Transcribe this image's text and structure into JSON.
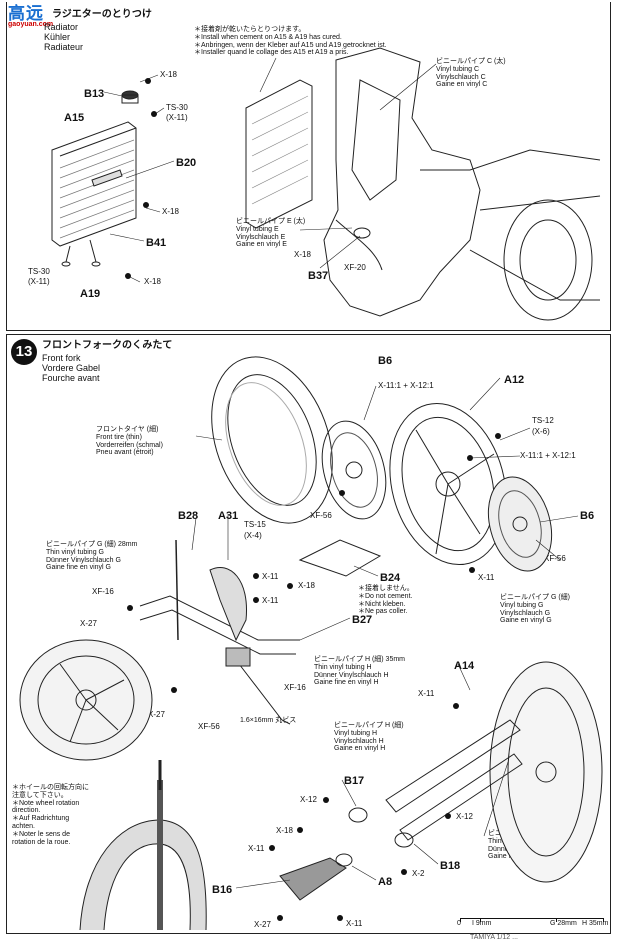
{
  "logo": {
    "main": "高远",
    "url": "gaoyuan.com"
  },
  "step12": {
    "title_jp": "ラジエターのとりつけ",
    "title_lines": [
      "Radiator",
      "Kühler",
      "Radiateur"
    ],
    "note_top": [
      "＊接着剤が乾いたらとりつけます。",
      "＊Install when cement on A15 & A19 has cured.",
      "＊Anbringen, wenn der Kleber auf A15 und A19 getrocknet ist.",
      "＊Installer quand le collage des A15 et A19 a pris."
    ],
    "tube_c": [
      "ビニールパイプ C (太)",
      "Vinyl tubing C",
      "Vinylschlauch C",
      "Gaine en vinyl C"
    ],
    "tube_e": [
      "ビニールパイプ E (太)",
      "Vinyl tubing E",
      "Vinylschlauch E",
      "Gaine en vinyl E"
    ],
    "labels": {
      "x18a": "X-18",
      "b13": "B13",
      "ts30a": "TS-30",
      "x11a": "(X-11)",
      "a15": "A15",
      "b20": "B20",
      "x18b": "X-18",
      "b41": "B41",
      "ts30b": "TS-30",
      "x11b": "(X-11)",
      "x18c": "X-18",
      "a19": "A19",
      "x18d": "X-18",
      "b37": "B37",
      "xf20": "XF-20"
    }
  },
  "step13": {
    "number": "13",
    "title_jp": "フロントフォークのくみたて",
    "title_lines": [
      "Front fork",
      "Vordere Gabel",
      "Fourche avant"
    ],
    "front_tire": [
      "フロントタイヤ (細)",
      "Front tire (thin)",
      "Vorderreifen (schmal)",
      "Pneu avant (étroit)"
    ],
    "tube_g_left": [
      "ビニールパイプ G (細) 28mm",
      "Thin vinyl tubing G",
      "Dünner Vinylschlauch G",
      "Gaine fine en vinyl G"
    ],
    "tube_g_right": [
      "ビニールパイプ G (細)",
      "Vinyl tubing G",
      "Vinylschlauch G",
      "Gaine en vinyl G"
    ],
    "no_cement": [
      "＊接着しません。",
      "＊Do not cement.",
      "＊Nicht kleben.",
      "＊Ne pas coller."
    ],
    "tube_h1": [
      "ビニールパイプ H (細) 35mm",
      "Thin vinyl tubing H",
      "Dünner Vinylschlauch H",
      "Gaine fine en vinyl H"
    ],
    "tube_h2": [
      "ビニールパイプ H (細)",
      "Vinyl tubing H",
      "Vinylschlauch H",
      "Gaine en vinyl H"
    ],
    "tube_i": [
      "ビニールパイプ I (細) 5mm",
      "Thin vinyl tubing I",
      "Dünner Vinylschlauch I",
      "Gaine fine en vinyl I"
    ],
    "rotation_note": [
      "＊ホイールの回転方向に",
      "注意して下さい。",
      "＊Note wheel rotation",
      "direction.",
      "＊Auf Radrichtung",
      "achten.",
      "＊Noter le sens de",
      "rotation de la roue."
    ],
    "screw": "1.6×16mm 丸ビス",
    "labels": {
      "b6a": "B6",
      "x11_12a": "X-11:1 + X-12:1",
      "a12": "A12",
      "ts12": "TS-12",
      "x6": "(X-6)",
      "x11_12b": "X-11:1 + X-12:1",
      "b6b": "B6",
      "xf56a": "XF-56",
      "xf56b": "XF-56",
      "x11a": "X-11",
      "b28": "B28",
      "a31": "A31",
      "ts15": "TS-15",
      "x4": "(X-4)",
      "x11b": "X-11",
      "x18a": "X-18",
      "b24": "B24",
      "xf16a": "XF-16",
      "x11c": "X-11",
      "x27a": "X-27",
      "b27": "B27",
      "xf16b": "XF-16",
      "x27b": "X-27",
      "xf56c": "XF-56",
      "a14": "A14",
      "x11d": "X-11",
      "b17": "B17",
      "x12a": "X-12",
      "x18b": "X-18",
      "x12b": "X-12",
      "x11e": "X-11",
      "x2": "X-2",
      "b18": "B18",
      "a8": "A8",
      "b16": "B16",
      "x27c": "X-27",
      "x11f": "X-11"
    }
  },
  "ruler": {
    "zero": "0",
    "i": "I 9mm",
    "g": "G 28mm",
    "h": "H 35mm"
  },
  "footer": "TAMIYA 1/12 ..."
}
